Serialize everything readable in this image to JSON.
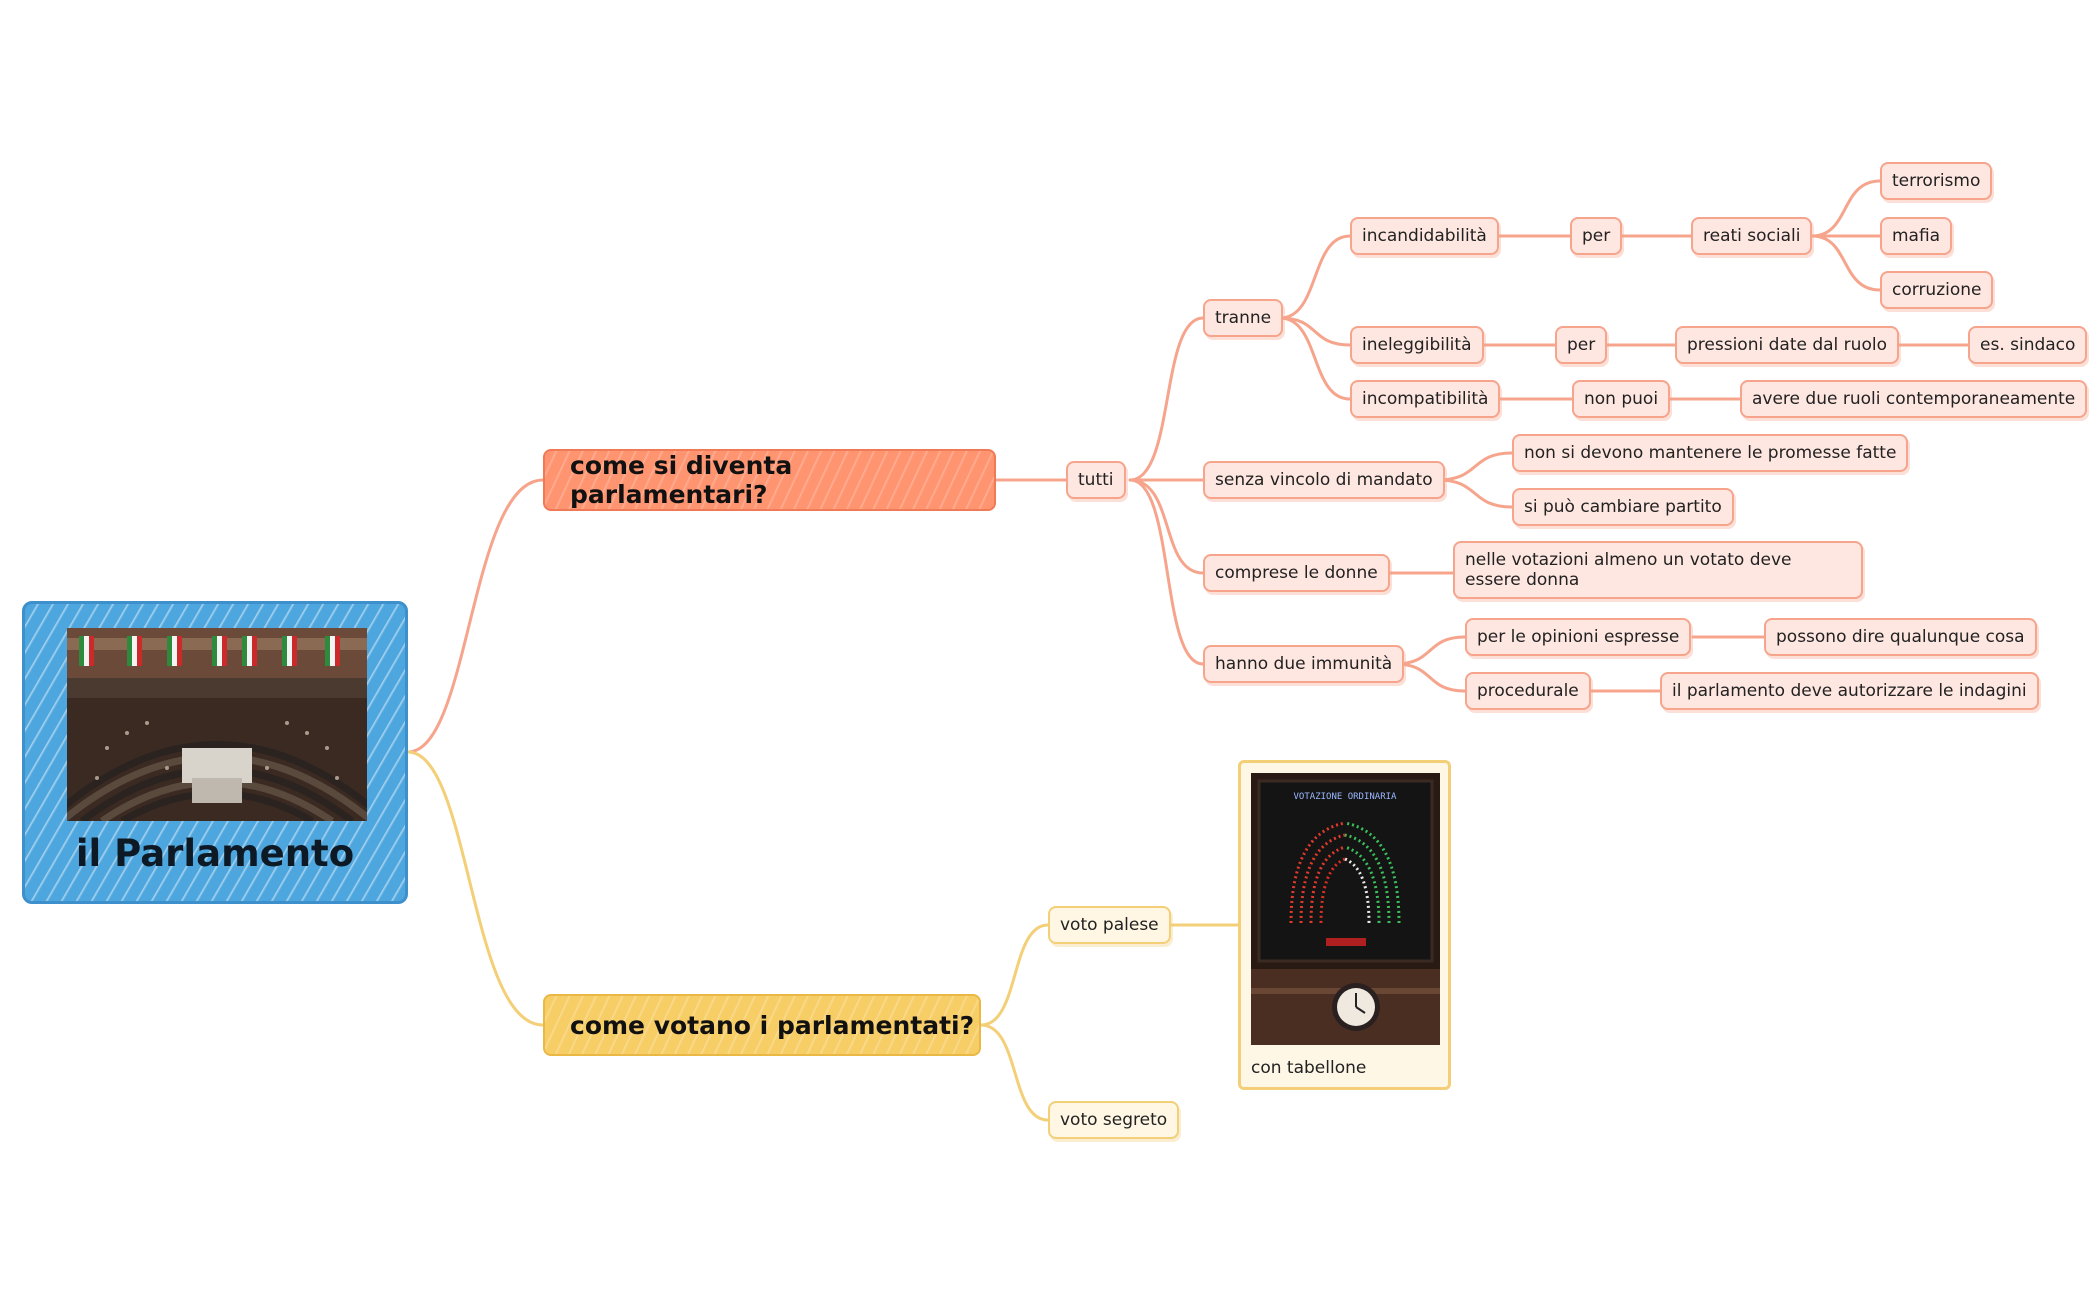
{
  "root": {
    "title": "il Parlamento"
  },
  "topics": {
    "diventare": {
      "label": "come si diventa parlamentari?"
    },
    "votare": {
      "label": "come votano i parlamentati?"
    }
  },
  "nodes": {
    "tutti": "tutti",
    "tranne": "tranne",
    "incandidabilita": "incandidabilità",
    "per1": "per",
    "reati_sociali": "reati sociali",
    "terrorismo": "terrorismo",
    "mafia": "mafia",
    "corruzione": "corruzione",
    "ineleggibilita": "ineleggibilità",
    "per2": "per",
    "pressioni": "pressioni date dal ruolo",
    "es_sindaco": "es. sindaco",
    "incompatibilita": "incompatibilità",
    "non_puoi": "non puoi",
    "due_ruoli": "avere due ruoli contemporaneamente",
    "senza_vincolo": "senza vincolo di mandato",
    "promesse": "non si devono mantenere le promesse fatte",
    "partito": "si può cambiare partito",
    "donne": "comprese le donne",
    "votazioni": "nelle votazioni almeno un votato deve essere donna",
    "immunita": "hanno due immunità",
    "opinioni": "per le opinioni espresse",
    "qualunque": "possono dire qualunque cosa",
    "procedurale": "procedurale",
    "indagini": "il parlamento deve autorizzare le indagini",
    "voto_palese": "voto palese",
    "voto_segreto": "voto segreto",
    "tabellone_caption": "con tabellone",
    "tabellone_screen": "VOTAZIONE ORDINARIA"
  },
  "colors": {
    "root": "#4ea6de",
    "orange_branch": "#ff9470",
    "yellow_branch": "#f7cd66",
    "orange_line": "#f6a48c",
    "yellow_line": "#f3cf78"
  }
}
